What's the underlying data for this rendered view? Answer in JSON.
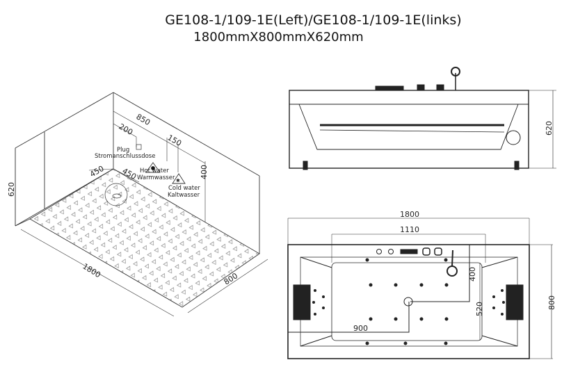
{
  "title": {
    "line1": "GE108-1/109-1E(Left)/GE108-1/109-1E(links)",
    "line2": "1800mmX800mmX620mm"
  },
  "iso_view": {
    "height": "620",
    "length": "1800",
    "width": "800",
    "dim_850": "850",
    "dim_200": "200",
    "dim_150": "150",
    "dim_400": "400",
    "dim_450_a": "450",
    "dim_450_b": "450",
    "plug_en": "Plug",
    "plug_de": "Stromanschlussdose",
    "hot_en": "Hot water",
    "hot_de": "Warmwasser",
    "cold_en": "Cold water",
    "cold_de": "Kaltwasser"
  },
  "side_view": {
    "height": "620"
  },
  "top_view": {
    "length": "1800",
    "inner": "1110",
    "width": "800",
    "dim_400": "400",
    "dim_520": "520",
    "dim_900": "900"
  }
}
